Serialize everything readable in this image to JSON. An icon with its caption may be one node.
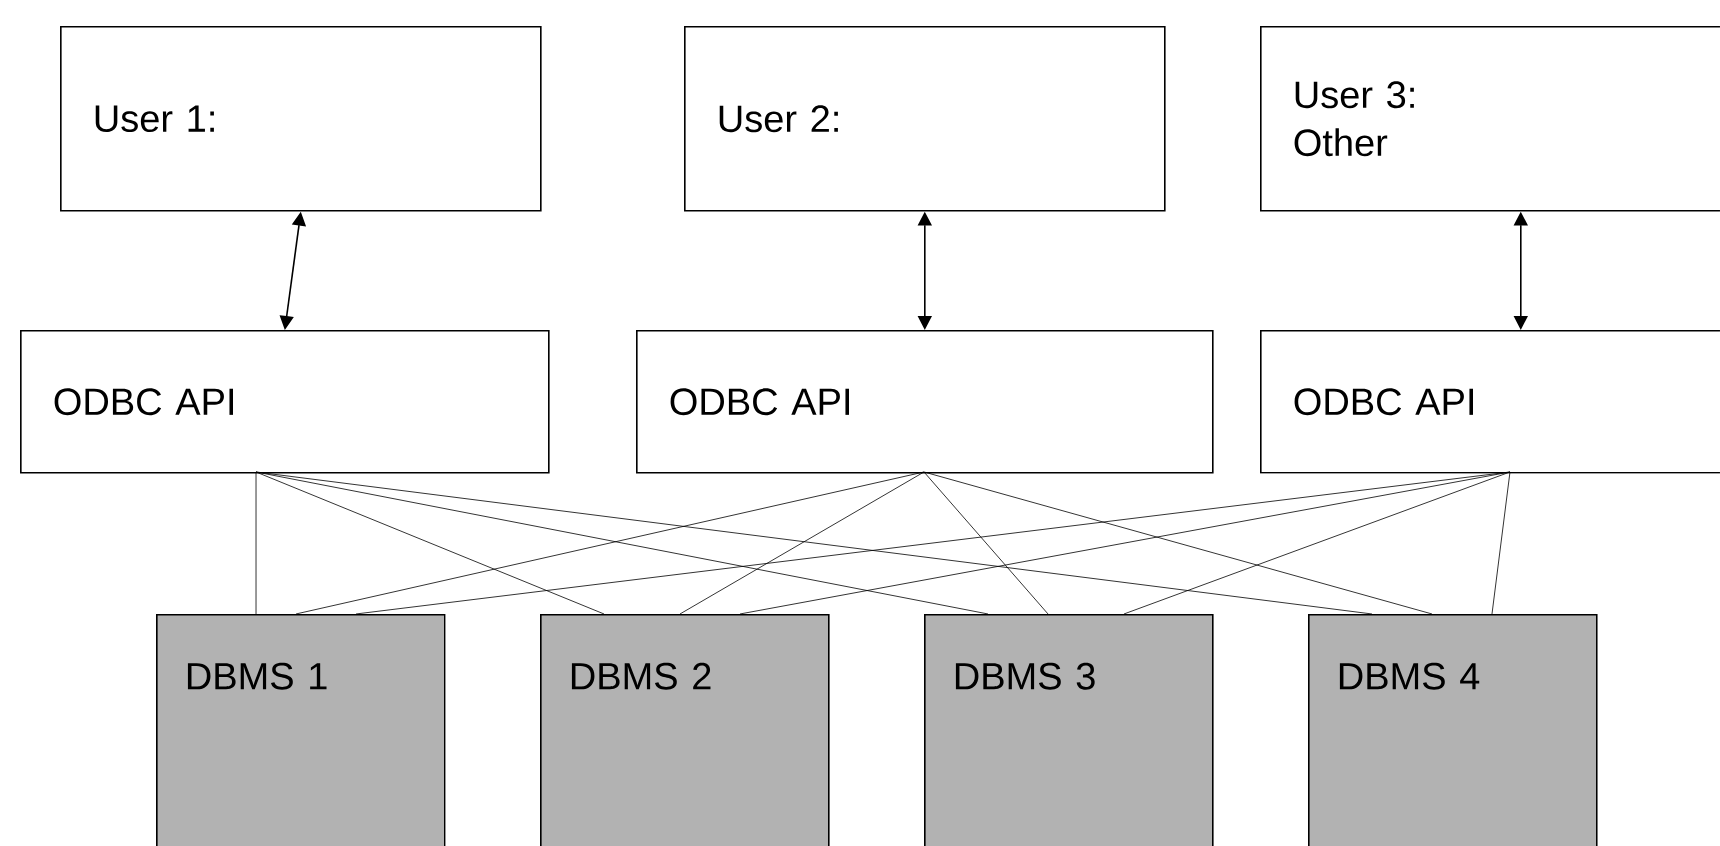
{
  "diagram": {
    "nodes": [
      {
        "text": [
          "User 1:"
        ]
      },
      {
        "text": [
          "User 2:"
        ]
      },
      {
        "text": [
          "User 3:",
          "Other"
        ]
      },
      {
        "text": [
          "ODBC API"
        ]
      },
      {
        "text": [
          "ODBC API"
        ]
      },
      {
        "text": [
          "ODBC API"
        ]
      },
      {
        "text": [
          "DBMS 1"
        ]
      },
      {
        "text": [
          "DBMS 2"
        ]
      },
      {
        "text": [
          "DBMS 3"
        ]
      },
      {
        "text": [
          "DBMS 4"
        ]
      }
    ],
    "edges": [
      {
        "from": 0,
        "to": 3,
        "arrow": "both"
      },
      {
        "from": 1,
        "to": 4,
        "arrow": "both"
      },
      {
        "from": 2,
        "to": 5,
        "arrow": "both"
      },
      {
        "from": 3,
        "to": 6,
        "arrow": "none"
      },
      {
        "from": 3,
        "to": 7,
        "arrow": "none"
      },
      {
        "from": 3,
        "to": 8,
        "arrow": "none"
      },
      {
        "from": 3,
        "to": 9,
        "arrow": "none"
      },
      {
        "from": 4,
        "to": 6,
        "arrow": "none"
      },
      {
        "from": 4,
        "to": 7,
        "arrow": "none"
      },
      {
        "from": 4,
        "to": 8,
        "arrow": "none"
      },
      {
        "from": 4,
        "to": 9,
        "arrow": "none"
      },
      {
        "from": 5,
        "to": 6,
        "arrow": "none"
      },
      {
        "from": 5,
        "to": 7,
        "arrow": "none"
      },
      {
        "from": 5,
        "to": 8,
        "arrow": "none"
      },
      {
        "from": 5,
        "to": 9,
        "arrow": "none"
      }
    ]
  }
}
